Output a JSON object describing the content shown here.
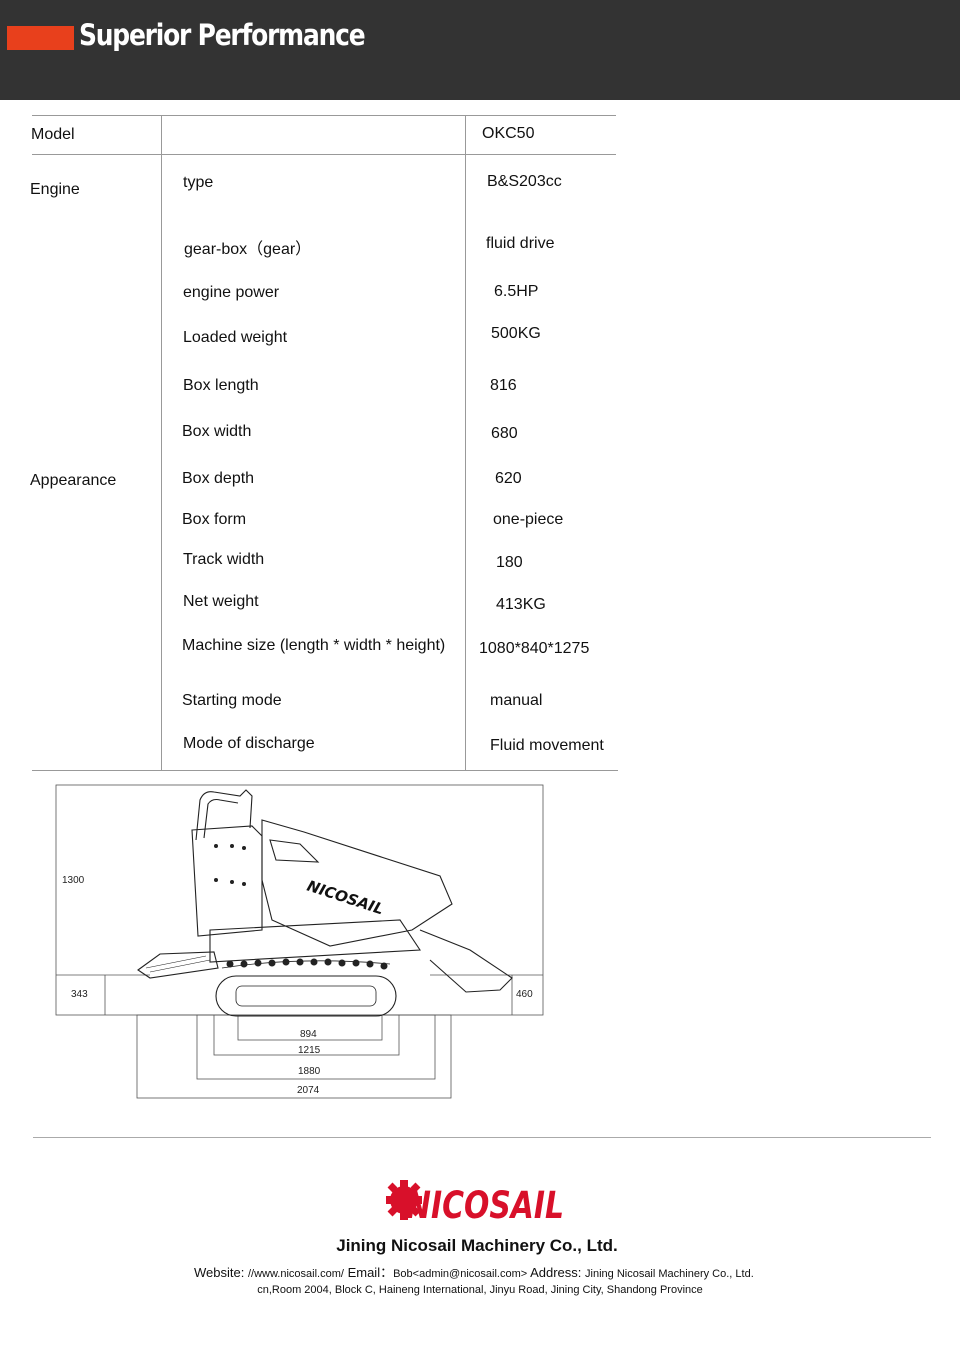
{
  "header": {
    "title": "Superior Performance",
    "accent_color": "#e8401c",
    "bg_color": "#333333"
  },
  "spec_table": {
    "model_label": "Model",
    "model_value": "OKC50",
    "engine_label": "Engine",
    "appearance_label": "Appearance",
    "rows": [
      {
        "param": "type",
        "value": "B&S203cc"
      },
      {
        "param": "gear-box（gear）",
        "value": "fluid drive"
      },
      {
        "param": "engine power",
        "value": "6.5HP"
      },
      {
        "param": "Loaded weight",
        "value": "500KG"
      },
      {
        "param": "Box length",
        "value": "816"
      },
      {
        "param": "Box width",
        "value": "680"
      },
      {
        "param": "Box depth",
        "value": "620"
      },
      {
        "param": "Box form",
        "value": "one-piece"
      },
      {
        "param": "Track width",
        "value": "180"
      },
      {
        "param": "Net weight",
        "value": "413KG"
      },
      {
        "param": "Machine size (length * width * height)",
        "value": "1080*840*1275"
      },
      {
        "param": "Starting mode",
        "value": "manual"
      },
      {
        "param": "Mode of discharge",
        "value": "Fluid movement"
      }
    ]
  },
  "drawing": {
    "brand_on_machine": "NICOSAIL",
    "dimensions": {
      "height": "1300",
      "step_height": "343",
      "rear_height": "460",
      "track_inner": "894",
      "track_outer": "1215",
      "body_length": "1880",
      "total_length": "2074"
    }
  },
  "footer": {
    "logo_text": "NICOSAIL",
    "logo_color": "#d8102a",
    "company": "Jining Nicosail Machinery Co., Ltd.",
    "website_label": "Website:",
    "website": "//www.nicosail.com/",
    "email_label": "Email：",
    "email": "Bob<admin@nicosail.com>",
    "address_label": "Address:",
    "address_1": "Jining Nicosail Machinery Co., Ltd.",
    "address_2": "cn,Room 2004, Block C, Haineng International, Jinyu Road, Jining City, Shandong Province"
  }
}
